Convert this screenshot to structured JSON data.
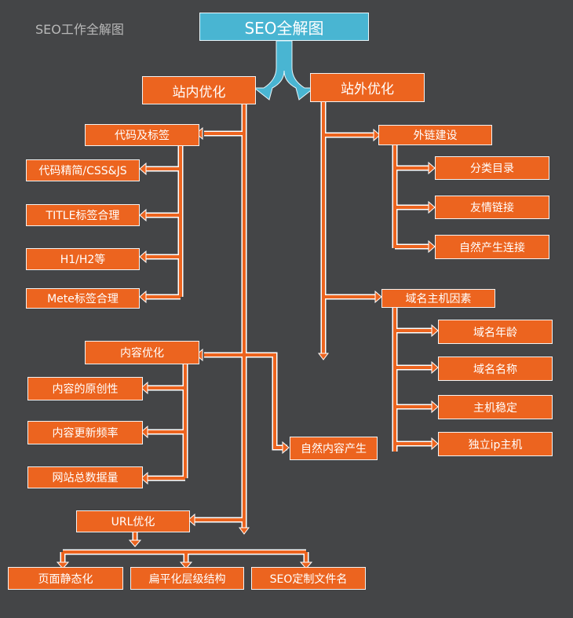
{
  "caption": "SEO工作全解图",
  "root": "SEO全解图",
  "onpage": {
    "title": "站内优化",
    "code_tags": {
      "title": "代码及标签",
      "items": [
        "代码精简/CSS&JS",
        "TITLE标签合理",
        "H1/H2等",
        "Mete标签合理"
      ]
    },
    "content": {
      "title": "内容优化",
      "items": [
        "内容的原创性",
        "内容更新频率",
        "网站总数据量"
      ],
      "natural": "自然内容产生"
    },
    "url": {
      "title": "URL优化",
      "items": [
        "页面静态化",
        "扁平化层级结构",
        "SEO定制文件名"
      ]
    }
  },
  "offpage": {
    "title": "站外优化",
    "links": {
      "title": "外链建设",
      "items": [
        "分类目录",
        "友情链接",
        "自然产生连接"
      ]
    },
    "domain": {
      "title": "域名主机因素",
      "items": [
        "域名年龄",
        "域名名称",
        "主机稳定",
        "独立ip主机"
      ]
    }
  },
  "colors": {
    "background": "#444547",
    "node": "#ec641f",
    "root": "#49b5d2",
    "connector": "#ec641f"
  }
}
